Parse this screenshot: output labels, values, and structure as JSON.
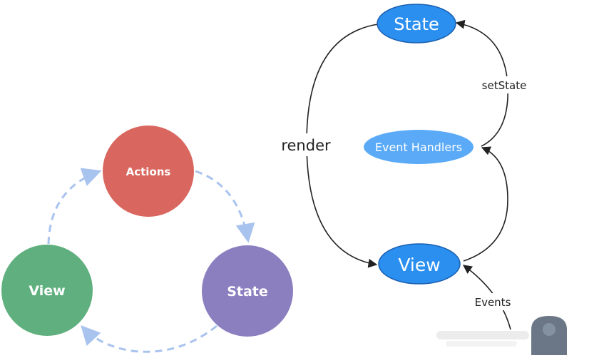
{
  "left_cycle": {
    "actions": {
      "label": "Actions",
      "color": "#d9675f"
    },
    "state": {
      "label": "State",
      "color": "#8b7fc0"
    },
    "view": {
      "label": "View",
      "color": "#5fb07e"
    },
    "arrow_color": "#a9c3ef"
  },
  "right_flow": {
    "state": {
      "label": "State",
      "color": "#2b8ff0"
    },
    "event_handlers": {
      "label": "Event Handlers",
      "color": "#5aaaf7"
    },
    "view": {
      "label": "View",
      "color": "#2b8ff0"
    },
    "labels": {
      "render": "render",
      "setstate": "setState",
      "events": "Events"
    },
    "edge_color": "#222222"
  }
}
